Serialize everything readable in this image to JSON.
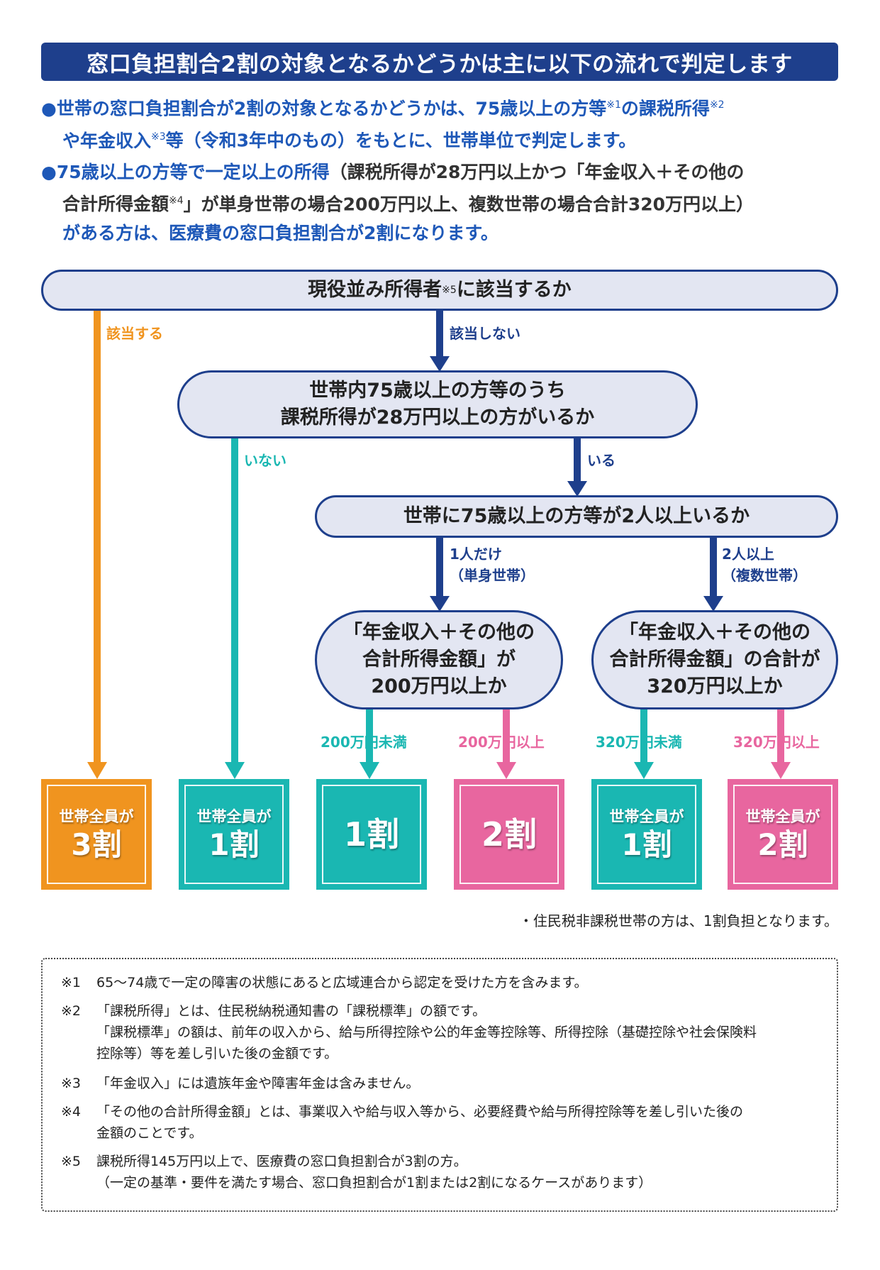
{
  "header": {
    "title": "窓口負担割合2割の対象となるかどうかは主に以下の流れで判定します"
  },
  "intro": {
    "p1": {
      "bullet": "●",
      "a": "世帯の窓口負担割合が2割の対象となるかどうかは、75歳以上の方等",
      "sup1": "※1",
      "b": "の課税所得",
      "sup2": "※2",
      "c": "や年金収入",
      "sup3": "※3",
      "d": "等（令和3年中のもの）をもとに、世帯単位で判定します。"
    },
    "p2": {
      "bullet": "●",
      "a": "75歳以上の方等で一定以上の所得",
      "b": "（課税所得が28万円以上かつ「年金収入＋その他の",
      "c": "合計所得金額",
      "sup4": "※4",
      "d": "」が単身世帯の場合200万円以上、複数世帯の場合合計320万円以上）",
      "e": "がある方は、医療費の窓口負担割合が2割になります。"
    }
  },
  "flow": {
    "q1": {
      "text": "現役並み所得者",
      "sup": "※5",
      "text2": "に該当するか"
    },
    "q1_yes": "該当する",
    "q1_no": "該当しない",
    "q2": {
      "line1": "世帯内75歳以上の方等のうち",
      "line2": "課税所得が28万円以上の方がいるか"
    },
    "q2_no": "いない",
    "q2_yes": "いる",
    "q3": {
      "text": "世帯に75歳以上の方等が2人以上いるか"
    },
    "q3_one": {
      "line1": "1人だけ",
      "line2": "（単身世帯）"
    },
    "q3_two": {
      "line1": "2人以上",
      "line2": "（複数世帯）"
    },
    "q4a": {
      "line1": "「年金収入＋その他の",
      "line2": "合計所得金額」が",
      "line3": "200万円以上か"
    },
    "q4b": {
      "line1": "「年金収入＋その他の",
      "line2": "合計所得金額」の合計が",
      "line3": "320万円以上か"
    },
    "q4a_lt": "200万円未満",
    "q4a_ge": "200万円以上",
    "q4b_lt": "320万円未満",
    "q4b_ge": "320万円以上"
  },
  "results": [
    {
      "top": "世帯全員が",
      "big": "3割",
      "color": "#f0941f"
    },
    {
      "top": "世帯全員が",
      "big": "1割",
      "color": "#1ab7b2"
    },
    {
      "top": "",
      "big": "1割",
      "color": "#1ab7b2"
    },
    {
      "top": "",
      "big": "2割",
      "color": "#e8669f"
    },
    {
      "top": "世帯全員が",
      "big": "1割",
      "color": "#1ab7b2"
    },
    {
      "top": "世帯全員が",
      "big": "2割",
      "color": "#e8669f"
    }
  ],
  "footnote_under": "・住民税非課税世帯の方は、1割負担となります。",
  "notes": {
    "n1": {
      "mark": "※1",
      "text": "65～74歳で一定の障害の状態にあると広域連合から認定を受けた方を含みます。"
    },
    "n2": {
      "mark": "※2",
      "text": "「課税所得」とは、住民税納税通知書の「課税標準」の額です。",
      "cont1": "「課税標準」の額は、前年の収入から、給与所得控除や公的年金等控除等、所得控除（基礎控除や社会保険料",
      "cont2": "控除等）等を差し引いた後の金額です。"
    },
    "n3": {
      "mark": "※3",
      "text": "「年金収入」には遺族年金や障害年金は含みません。"
    },
    "n4": {
      "mark": "※4",
      "text": "「その他の合計所得金額」とは、事業収入や給与収入等から、必要経費や給与所得控除等を差し引いた後の",
      "cont1": "金額のことです。"
    },
    "n5": {
      "mark": "※5",
      "text": "課税所得145万円以上で、医療費の窓口負担割合が3割の方。",
      "cont1": "（一定の基準・要件を満たす場合、窓口負担割合が1割または2割になるケースがあります）"
    }
  },
  "colors": {
    "navy": "#1e3f8c",
    "orange": "#f0941f",
    "teal": "#1ab7b2",
    "pink": "#e8669f",
    "node_fill": "#e3e6f2"
  }
}
